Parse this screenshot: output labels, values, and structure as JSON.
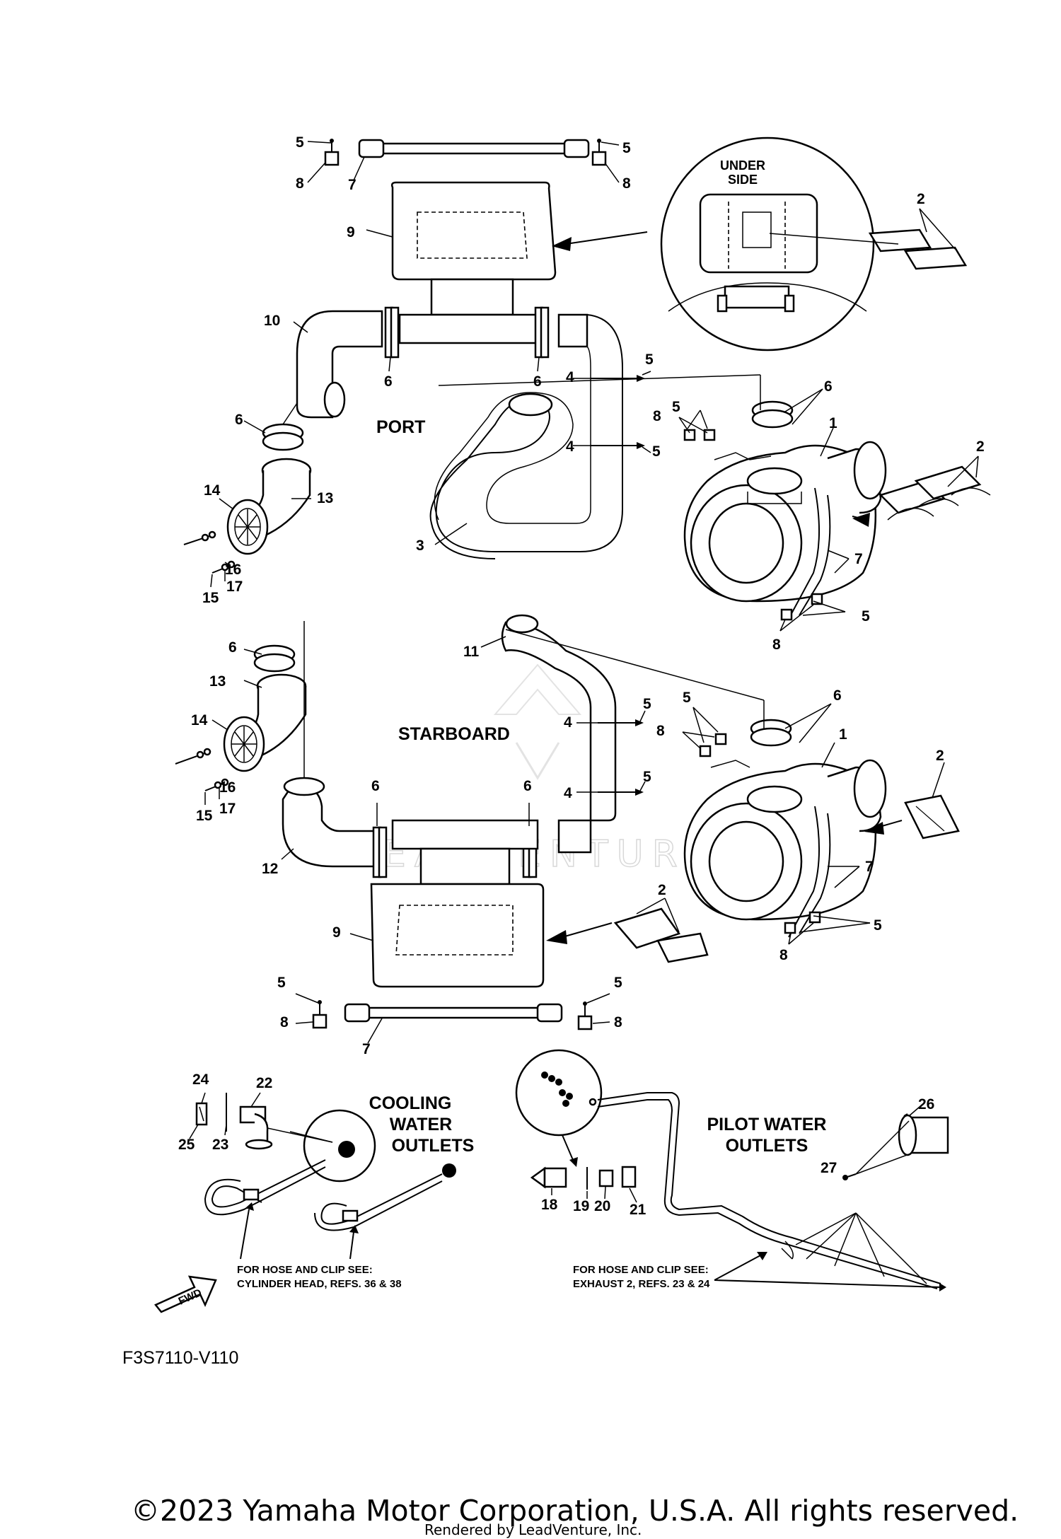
{
  "diagram": {
    "sections": {
      "port": "PORT",
      "starboard": "STARBOARD",
      "under_side_line1": "UNDER",
      "under_side_line2": "SIDE",
      "cooling_line1": "COOLING",
      "cooling_line2": "WATER",
      "cooling_line3": "OUTLETS",
      "pilot_line1": "PILOT WATER",
      "pilot_line2": "OUTLETS"
    },
    "notes": {
      "cooling_hose_line1": "FOR HOSE AND CLIP SEE:",
      "cooling_hose_line2": "CYLINDER HEAD, REFS. 36 & 38",
      "pilot_hose_line1": "FOR HOSE AND CLIP SEE:",
      "pilot_hose_line2": "EXHAUST 2, REFS. 23 & 24",
      "fwd": "FWD"
    },
    "callouts": {
      "c1": "1",
      "c2": "2",
      "c3": "3",
      "c4": "4",
      "c5": "5",
      "c6": "6",
      "c7": "7",
      "c8": "8",
      "c9": "9",
      "c10": "10",
      "c11": "11",
      "c12": "12",
      "c13": "13",
      "c14": "14",
      "c15": "15",
      "c16": "16",
      "c17": "17",
      "c18": "18",
      "c19": "19",
      "c20": "20",
      "c21": "21",
      "c22": "22",
      "c23": "23",
      "c24": "24",
      "c25": "25",
      "c26": "26",
      "c27": "27"
    },
    "drawing_code": "F3S7110-V110",
    "copyright": "©2023 Yamaha Motor Corporation, U.S.A. All rights reserved.",
    "rendered_by": "Rendered by LeadVenture, Inc.",
    "watermark": "LEADVENTURE"
  }
}
